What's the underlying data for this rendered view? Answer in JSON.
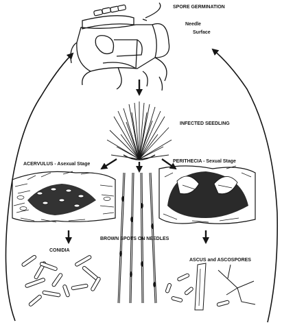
{
  "labels": {
    "spore_germination": "SPORE GERMINATION",
    "needle": "Needle",
    "surface": "Surface",
    "infected_seedling": "INFECTED SEEDLING",
    "acervulus": "ACERVULUS - Asexual Stage",
    "perithecia": "PERITHECIA - Sexual Stage",
    "conidia": "CONIDIA",
    "brown_spots": "BROWN SPOTS ON NEEDLES",
    "ascus": "ASCUS and ASCOSPORES"
  },
  "colors": {
    "ink": "#151515",
    "background": "#ffffff"
  }
}
